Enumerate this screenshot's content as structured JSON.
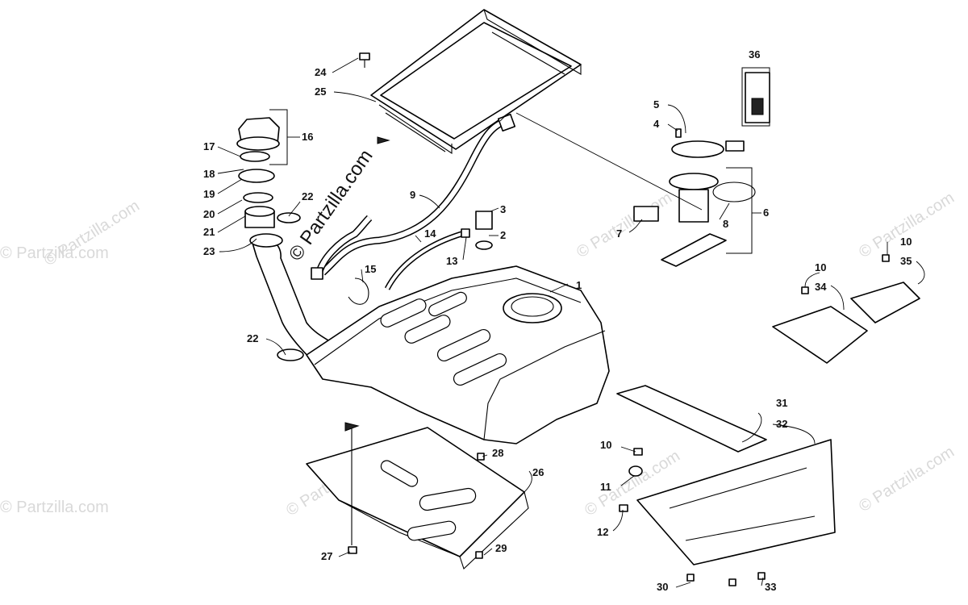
{
  "watermark": {
    "main": "© Partzilla.com",
    "faint": "© Partzilla.com"
  },
  "callouts": [
    "1",
    "2",
    "3",
    "4",
    "5",
    "6",
    "7",
    "8",
    "9",
    "10",
    "10",
    "10",
    "11",
    "12",
    "13",
    "14",
    "15",
    "16",
    "17",
    "18",
    "19",
    "20",
    "21",
    "22",
    "22",
    "23",
    "24",
    "25",
    "26",
    "27",
    "28",
    "29",
    "30",
    "31",
    "32",
    "33",
    "34",
    "35",
    "36"
  ]
}
